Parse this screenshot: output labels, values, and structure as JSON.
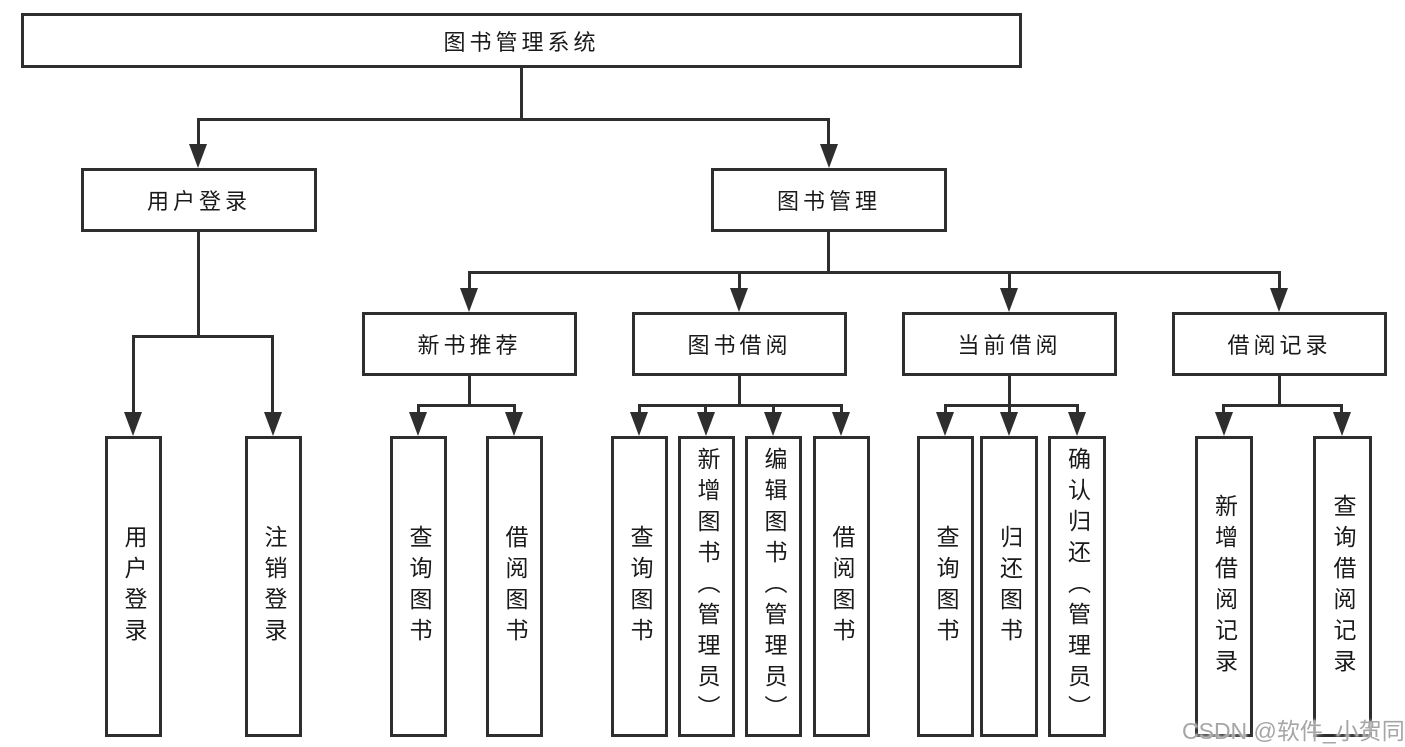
{
  "diagram": {
    "root": {
      "label": "图书管理系统"
    },
    "level2": [
      {
        "label": "用户登录"
      },
      {
        "label": "图书管理"
      }
    ],
    "level3": [
      {
        "label": "新书推荐"
      },
      {
        "label": "图书借阅"
      },
      {
        "label": "当前借阅"
      },
      {
        "label": "借阅记录"
      }
    ],
    "leaves": {
      "user_login": [
        "用户登录",
        "注销登录"
      ],
      "new_books": [
        "查询图书",
        "借阅图书"
      ],
      "book_borrow": [
        "查询图书",
        "新增图书（管理员）",
        "编辑图书（管理员）",
        "借阅图书"
      ],
      "current_borrow": [
        "查询图书",
        "归还图书",
        "确认归还（管理员）"
      ],
      "borrow_records": [
        "新增借阅记录",
        "查询借阅记录"
      ]
    }
  },
  "watermark": {
    "text": "CSDN @软件_小贺同学"
  },
  "colors": {
    "line": "#2e2e2e",
    "text": "#1a1a1a",
    "background": "#ffffff",
    "watermark": "#a6a6a6"
  }
}
